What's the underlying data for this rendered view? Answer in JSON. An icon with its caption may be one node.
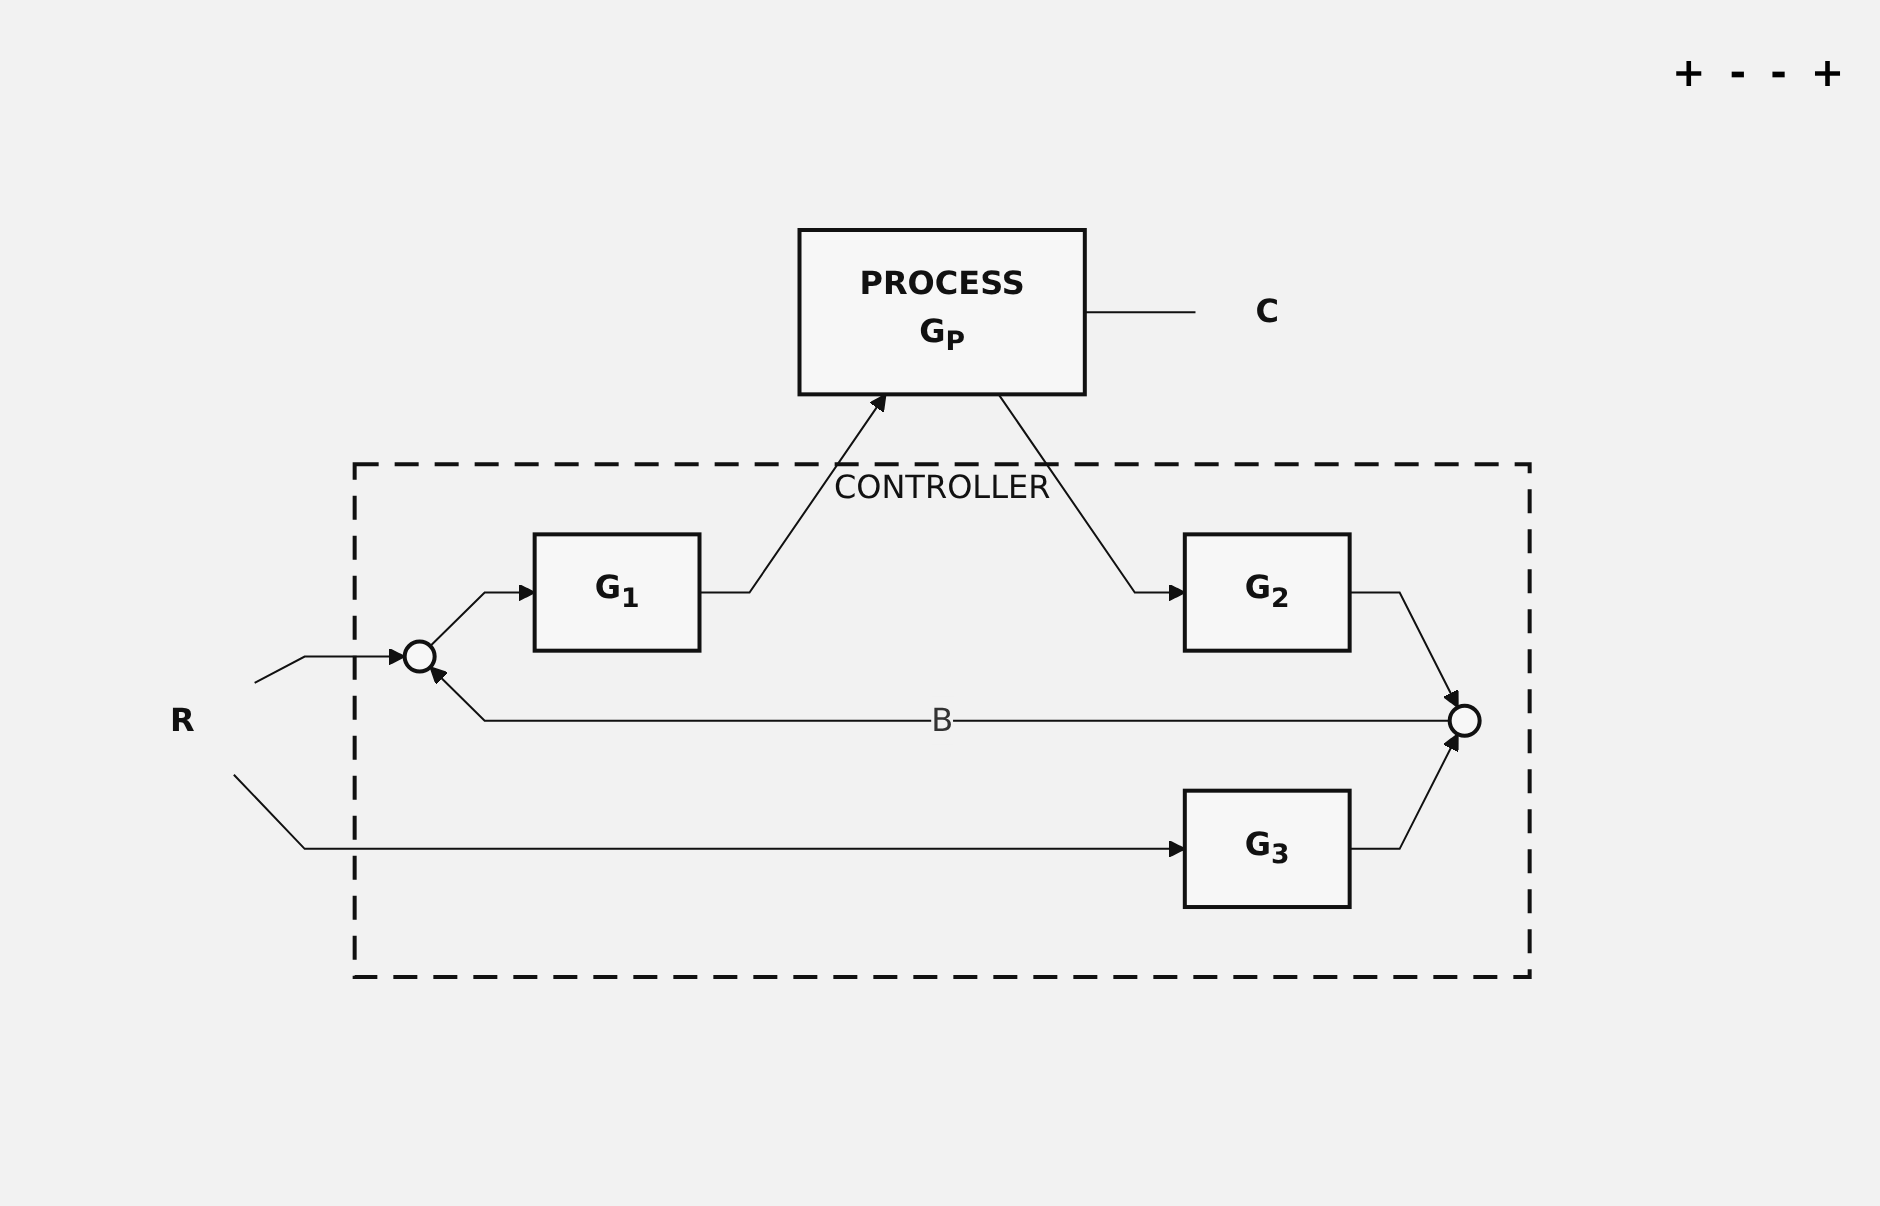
{
  "diagram": {
    "nodes": [
      {
        "text": [
          "R"
        ]
      },
      {
        "text": [
          "CONTROLLER"
        ]
      },
      {
        "text": [],
        "shape": "circle",
        "in": 1
      },
      {
        "text": [
          "G$_{1}$"
        ],
        "in": 1
      },
      {
        "text": [
          "PROCESS",
          "G$_{P}$"
        ]
      },
      {
        "text": [
          "C"
        ]
      },
      {
        "text": [
          "G$_{3}$"
        ],
        "in": 1
      },
      {
        "text": [],
        "shape": "circle",
        "in": 1
      },
      {
        "text": [
          "G$_{2}$"
        ],
        "in": 1
      }
    ],
    "edges": [
      {
        "from": 0,
        "to": 2,
        "arrow": "to"
      },
      {
        "from": 0,
        "to": 6,
        "arrow": "to"
      },
      {
        "from": 2,
        "to": 3,
        "arrow": "to"
      },
      {
        "from": 3,
        "to": 4,
        "arrow": "to"
      },
      {
        "from": 4,
        "to": 5,
        "arrow": "none"
      },
      {
        "from": 4,
        "to": 8,
        "arrow": "to"
      },
      {
        "from": 6,
        "to": 7,
        "arrow": "to"
      },
      {
        "from": 8,
        "to": 7,
        "arrow": "to"
      },
      {
        "from": 7,
        "to": 2,
        "arrow": "to",
        "label": "B"
      }
    ],
    "labels": [
      "+",
      "-",
      "-",
      "+"
    ]
  }
}
